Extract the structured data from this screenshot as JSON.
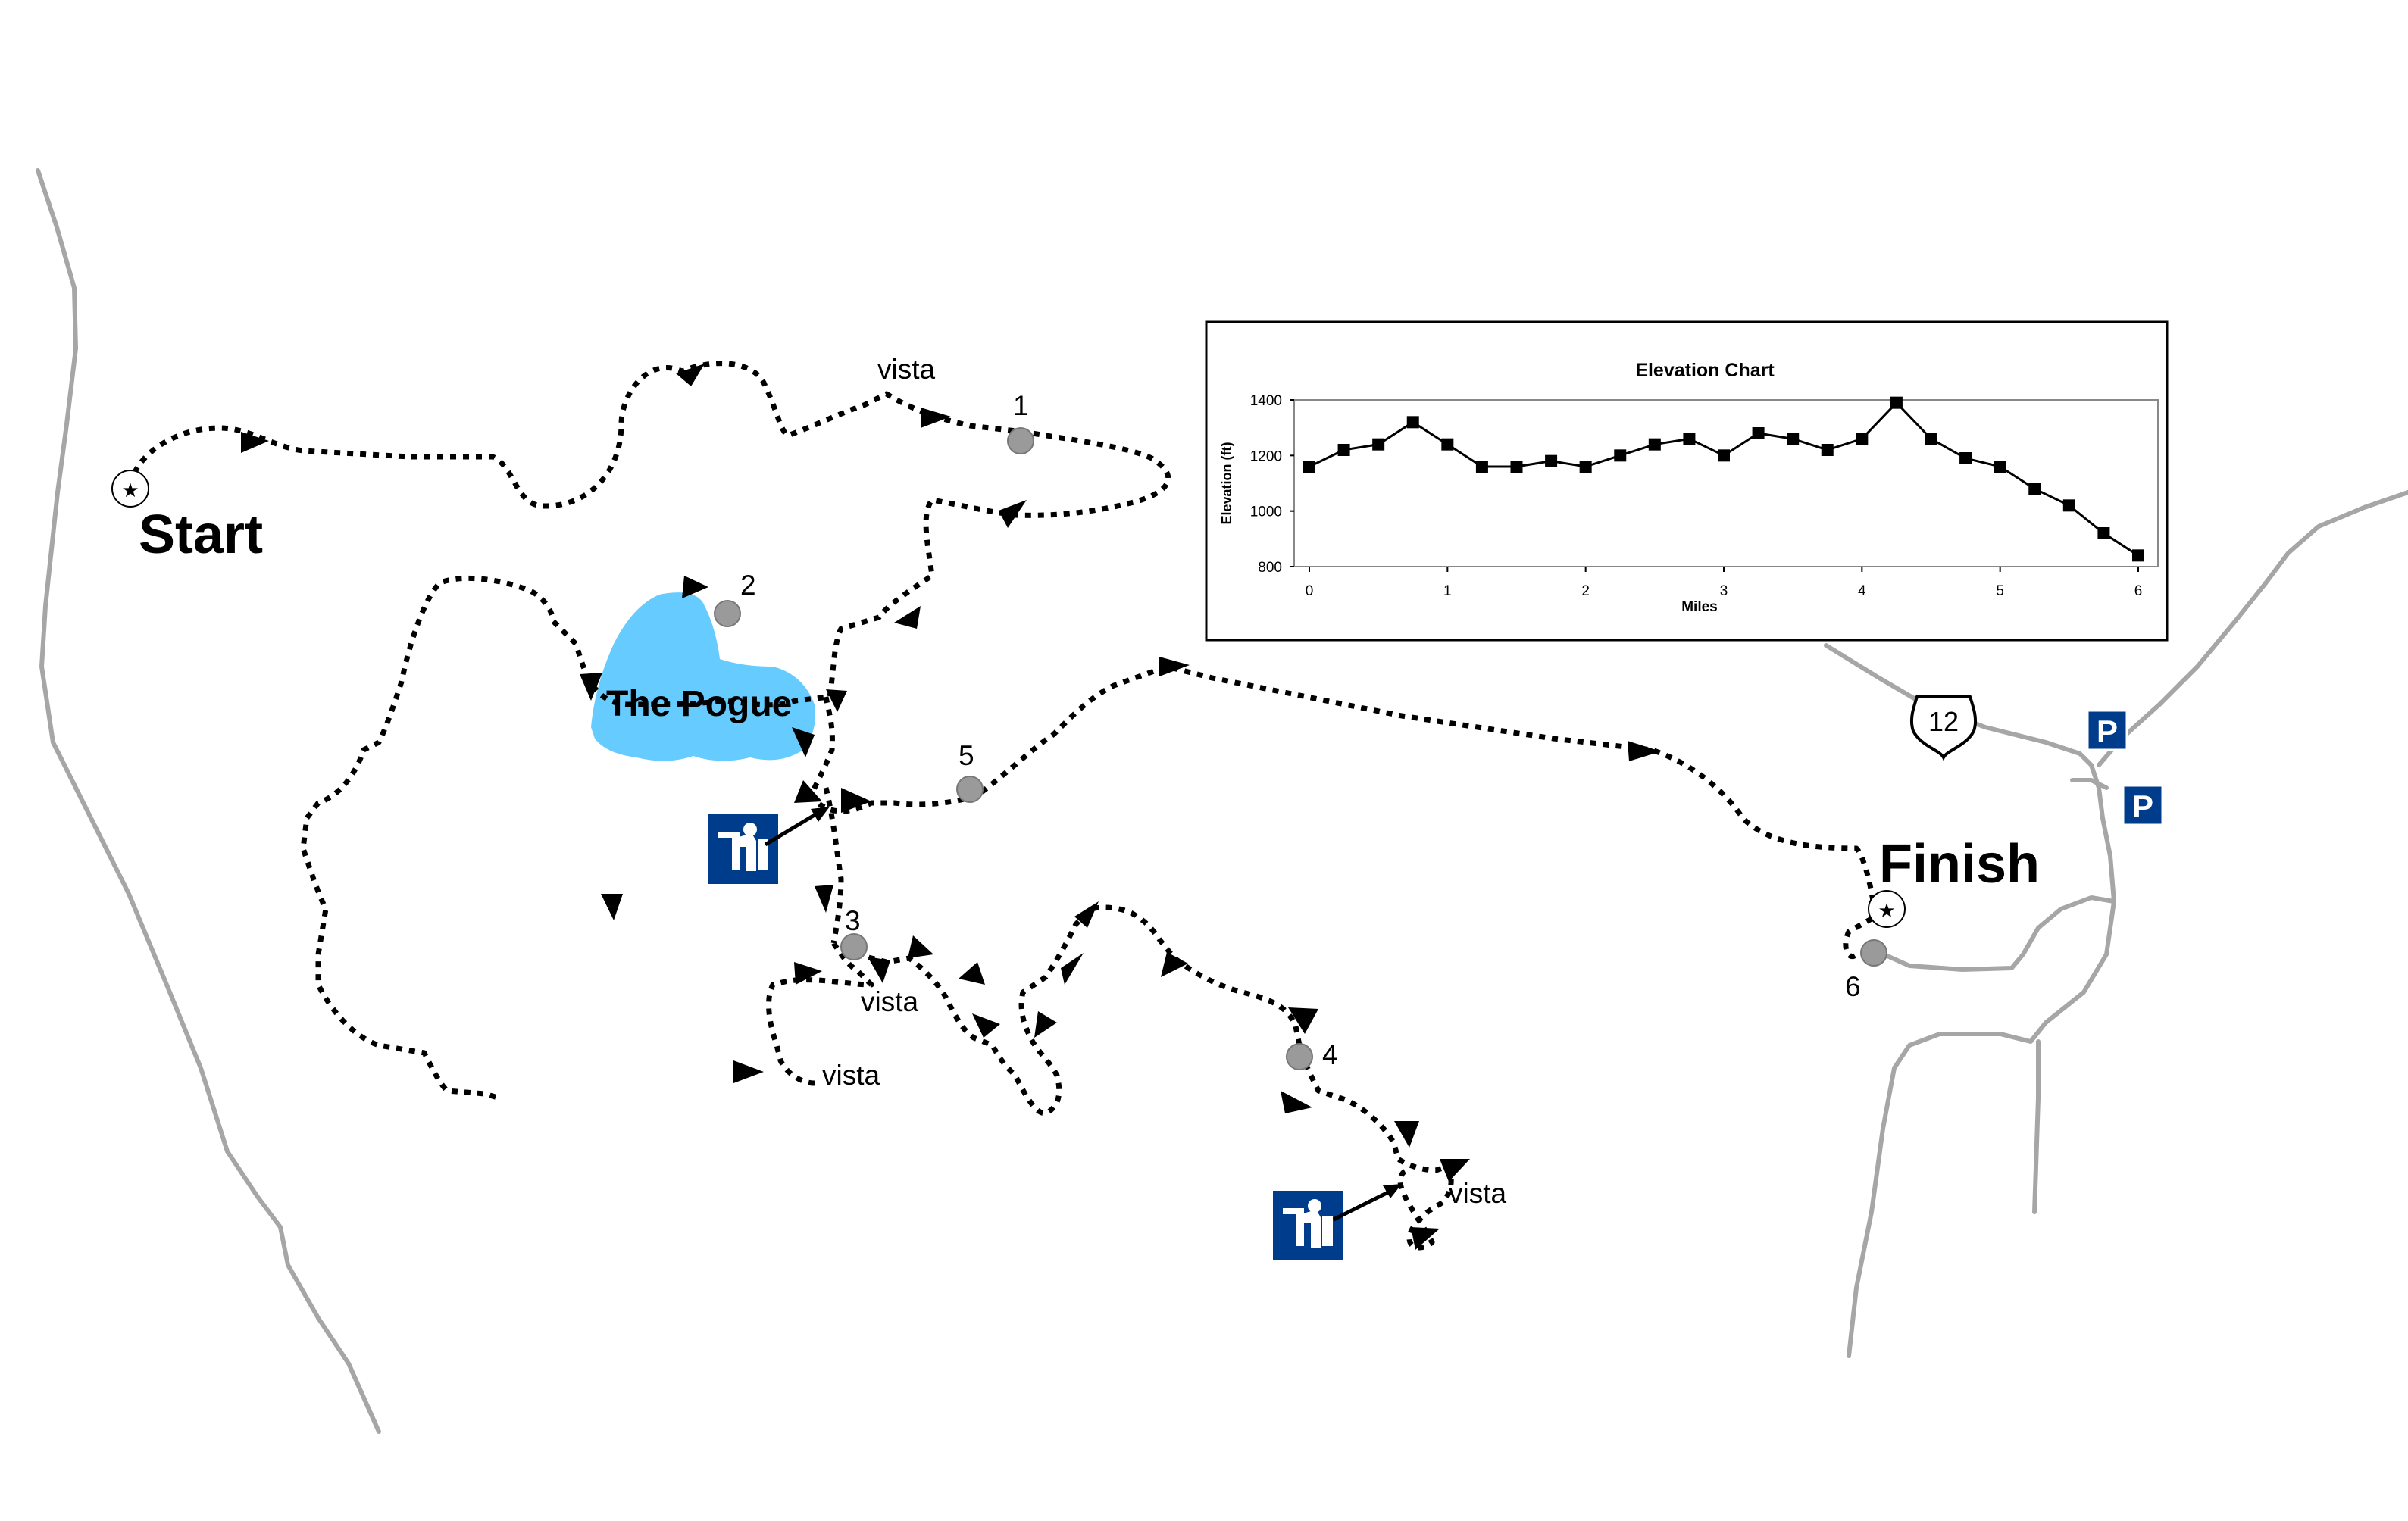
{
  "map": {
    "start_label": "Start",
    "finish_label": "Finish",
    "lake_label": "The Pogue",
    "route_shield": "12",
    "parking_label": "P",
    "waypoints": [
      "1",
      "2",
      "3",
      "4",
      "5",
      "6"
    ],
    "vista_label": "vista",
    "icons": {
      "water_fountain": "drinking-fountain-icon",
      "parking": "parking-icon",
      "start_marker": "star-circle-icon",
      "finish_marker": "star-circle-icon",
      "route_shield": "us-route-shield-icon"
    },
    "colors": {
      "lake": "#66CCFF",
      "road": "#A6A6A6",
      "trail": "#000000",
      "sign_blue": "#003C8C",
      "waypoint": "#9A9A9A"
    }
  },
  "chart_data": {
    "type": "line",
    "title": "Elevation Chart",
    "xlabel": "Miles",
    "ylabel": "Elevation (ft)",
    "xlim": [
      0,
      6
    ],
    "ylim": [
      800,
      1400
    ],
    "xticks": [
      "0",
      "1",
      "2",
      "3",
      "4",
      "5",
      "6"
    ],
    "yticks": [
      "800",
      "1000",
      "1200",
      "1400"
    ],
    "grid": false,
    "legend": "none",
    "marker": "square",
    "series": [
      {
        "x": [
          0,
          0.25,
          0.5,
          0.75,
          1.0,
          1.25,
          1.5,
          1.75,
          2.0,
          2.25,
          2.5,
          2.75,
          3.0,
          3.25,
          3.5,
          3.75,
          4.0,
          4.25,
          4.5,
          4.75,
          5.0,
          5.25,
          5.5,
          5.75,
          6.0
        ],
        "y": [
          1160,
          1220,
          1240,
          1320,
          1240,
          1160,
          1160,
          1180,
          1160,
          1200,
          1240,
          1260,
          1200,
          1280,
          1260,
          1220,
          1260,
          1390,
          1260,
          1190,
          1160,
          1080,
          1020,
          920,
          840
        ]
      }
    ]
  }
}
